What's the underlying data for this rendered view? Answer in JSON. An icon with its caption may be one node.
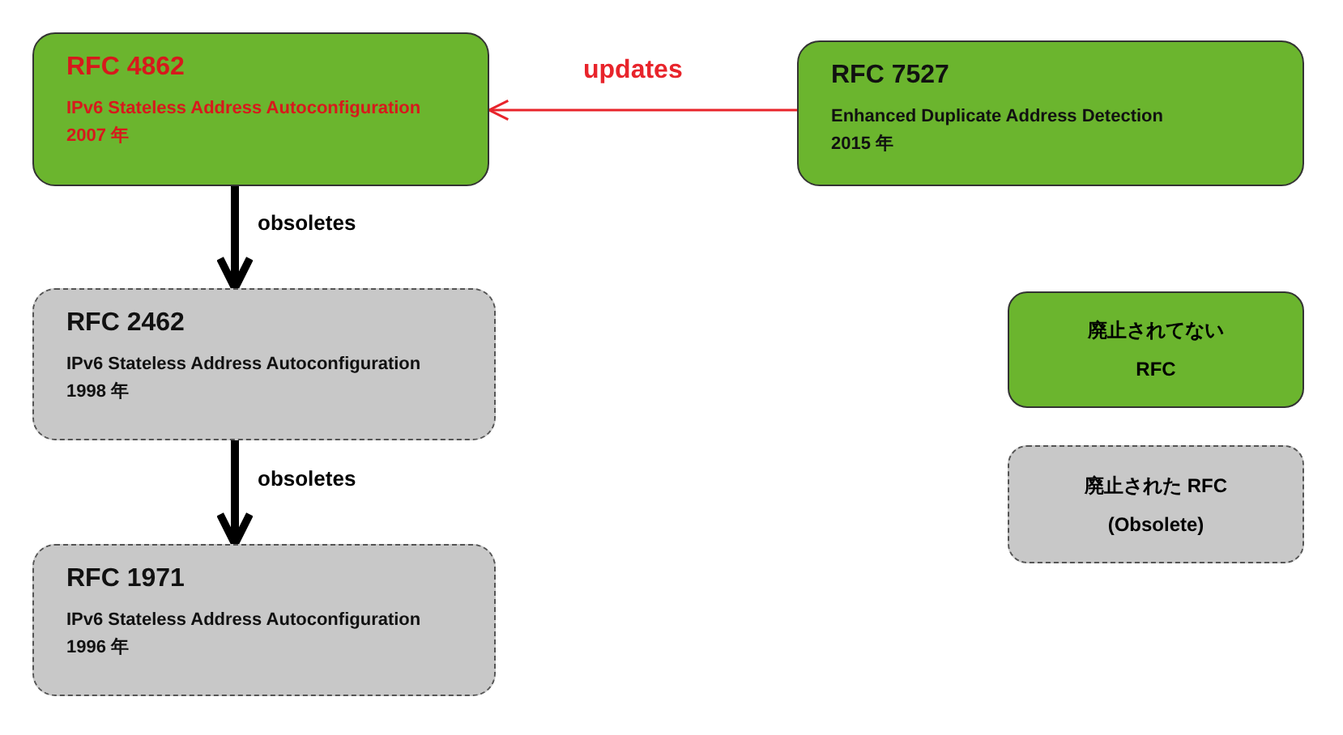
{
  "diagram": {
    "nodes": [
      {
        "text": [
          "RFC 4862",
          "IPv6 Stateless Address Autoconfiguration",
          "2007 年"
        ]
      },
      {
        "text": [
          "RFC 7527",
          "Enhanced Duplicate Address Detection",
          "2015 年"
        ]
      },
      {
        "text": [
          "RFC 2462",
          "IPv6 Stateless Address Autoconfiguration",
          "1998 年"
        ]
      },
      {
        "text": [
          "RFC 1971",
          "IPv6 Stateless Address Autoconfiguration",
          "1996 年"
        ]
      }
    ],
    "edges": [
      {
        "from": 1,
        "to": 0,
        "arrow": "to",
        "label": "updates",
        "color": "#e8242b"
      },
      {
        "from": 0,
        "to": 2,
        "arrow": "to",
        "label": "obsoletes"
      },
      {
        "from": 2,
        "to": 3,
        "arrow": "to",
        "label": "obsoletes"
      }
    ],
    "legend": [
      {
        "text": "廃止されてない RFC",
        "color": "#6bb52e"
      },
      {
        "text": "廃止された RFC (Obsolete)",
        "color": "#c8c8c8"
      }
    ]
  }
}
